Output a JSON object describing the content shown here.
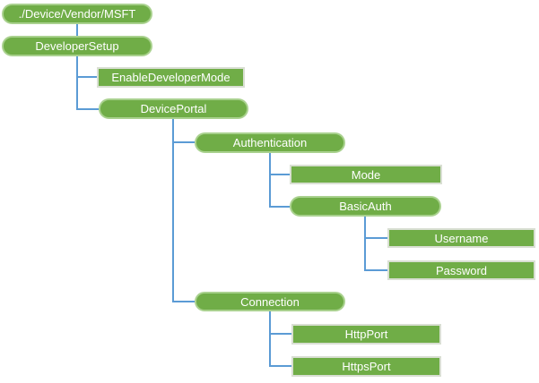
{
  "diagram": {
    "type": "tree",
    "root_label": "./Device/Vendor/MSFT"
  },
  "nodes": [
    {
      "label": "./Device/Vendor/MSFT",
      "shape": "pill",
      "parent": null
    },
    {
      "label": "DeveloperSetup",
      "shape": "pill",
      "parent": "./Device/Vendor/MSFT"
    },
    {
      "label": "EnableDeveloperMode",
      "shape": "rect",
      "parent": "DeveloperSetup"
    },
    {
      "label": "DevicePortal",
      "shape": "pill",
      "parent": "DeveloperSetup"
    },
    {
      "label": "Authentication",
      "shape": "pill",
      "parent": "DevicePortal"
    },
    {
      "label": "Mode",
      "shape": "rect",
      "parent": "Authentication"
    },
    {
      "label": "BasicAuth",
      "shape": "pill",
      "parent": "Authentication"
    },
    {
      "label": "Username",
      "shape": "rect",
      "parent": "BasicAuth"
    },
    {
      "label": "Password",
      "shape": "rect",
      "parent": "BasicAuth"
    },
    {
      "label": "Connection",
      "shape": "pill",
      "parent": "DevicePortal"
    },
    {
      "label": "HttpPort",
      "shape": "rect",
      "parent": "Connection"
    },
    {
      "label": "HttpsPort",
      "shape": "rect",
      "parent": "Connection"
    }
  ],
  "colors": {
    "node_fill": "#70AD47",
    "node_text": "#FFFFFF",
    "pill_border": "#A9D18E",
    "rect_border": "#D9DFD3",
    "connector": "#5B9BD5",
    "background": "#FFFFFF"
  }
}
